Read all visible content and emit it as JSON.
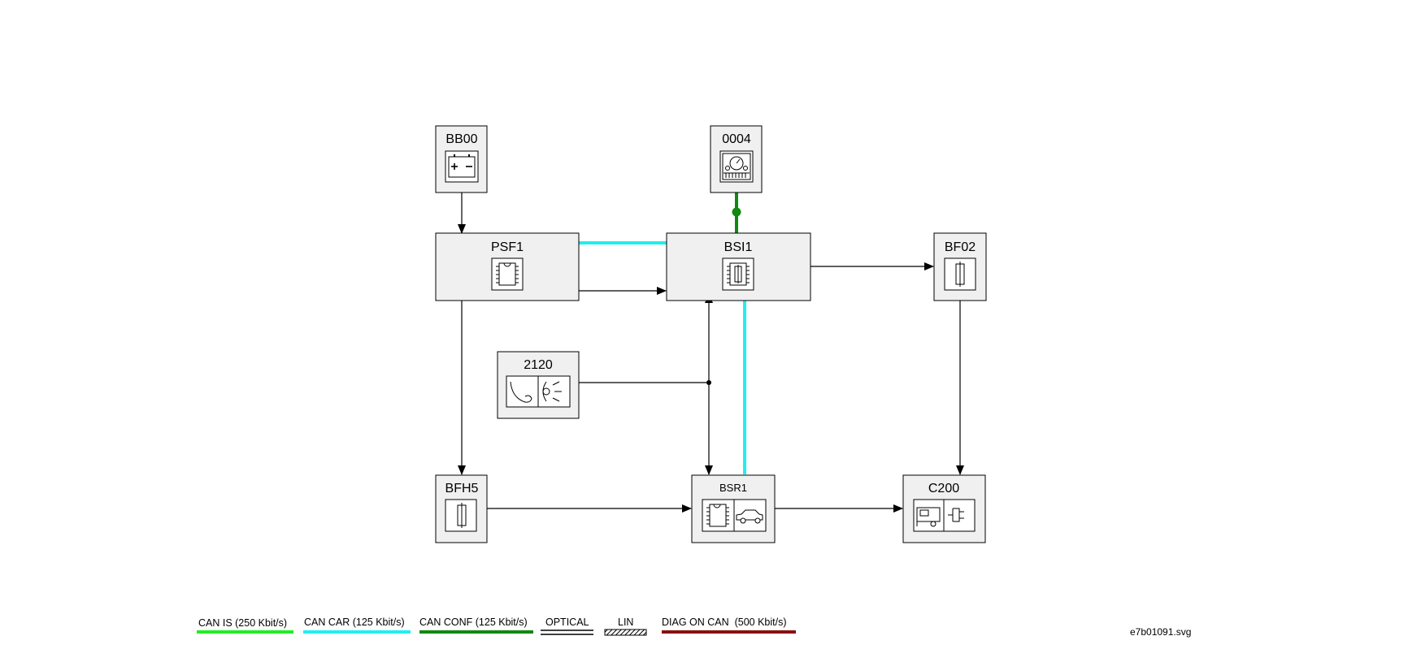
{
  "diagram": {
    "nodes": [
      {
        "id": "BB00",
        "label": "BB00",
        "icon": "battery-icon"
      },
      {
        "id": "0004",
        "label": "0004",
        "icon": "instrument-panel-icon"
      },
      {
        "id": "PSF1",
        "label": "PSF1",
        "icon": "chip-icon"
      },
      {
        "id": "BSI1",
        "label": "BSI1",
        "icon": "chip-fuse-icon"
      },
      {
        "id": "BF02",
        "label": "BF02",
        "icon": "fuse-icon"
      },
      {
        "id": "2120",
        "label": "2120",
        "icon": "lighting-switch-icon"
      },
      {
        "id": "BFH5",
        "label": "BFH5",
        "icon": "fuse-icon"
      },
      {
        "id": "BSR1",
        "label": "BSR1",
        "icon": "chip-car-icon"
      },
      {
        "id": "C200",
        "label": "C200",
        "icon": "trailer-socket-icon"
      }
    ],
    "connections": [
      {
        "from": "BB00",
        "to": "PSF1",
        "type": "wire"
      },
      {
        "from": "PSF1",
        "to": "BSI1",
        "type": "wire"
      },
      {
        "from": "PSF1",
        "to": "BSI1",
        "type": "CAN CAR"
      },
      {
        "from": "0004",
        "to": "BSI1",
        "type": "CAN CONF"
      },
      {
        "from": "BSI1",
        "to": "BF02",
        "type": "wire"
      },
      {
        "from": "BF02",
        "to": "C200",
        "type": "wire"
      },
      {
        "from": "PSF1",
        "to": "BFH5",
        "type": "wire"
      },
      {
        "from": "BFH5",
        "to": "BSR1",
        "type": "wire"
      },
      {
        "from": "BSR1",
        "to": "C200",
        "type": "wire"
      },
      {
        "from": "2120",
        "to": "BSI1",
        "type": "wire"
      },
      {
        "from": "2120",
        "to": "BSR1",
        "type": "wire"
      },
      {
        "from": "BSI1",
        "to": "BSR1",
        "type": "CAN CAR"
      }
    ]
  },
  "legend": {
    "items": [
      {
        "label": "CAN IS (250 Kbit/s)",
        "color": "#22ee22"
      },
      {
        "label": "CAN CAR (125 Kbit/s)",
        "color": "#22eeee"
      },
      {
        "label": "CAN CONF (125 Kbit/s)",
        "color": "#118811"
      },
      {
        "label": "OPTICAL",
        "color": "#000000"
      },
      {
        "label": "LIN",
        "color": "#000000"
      },
      {
        "label": "DIAG ON CAN  (500 Kbit/s)",
        "color": "#881111"
      }
    ]
  },
  "file_ref": "e7b01091.svg"
}
